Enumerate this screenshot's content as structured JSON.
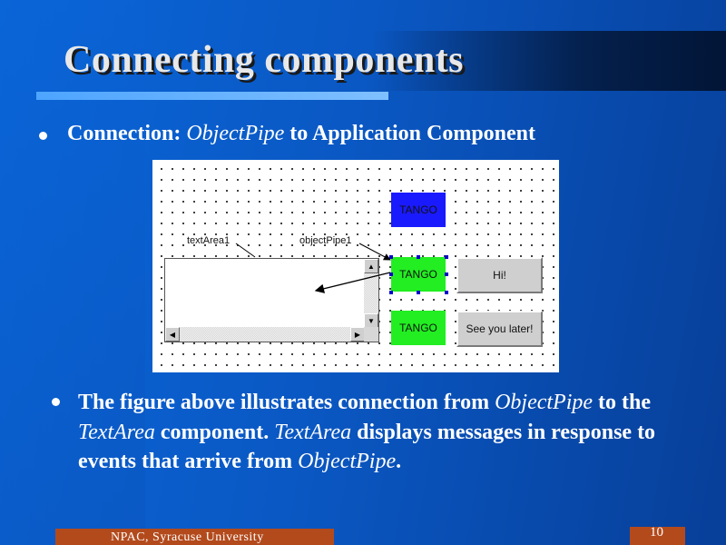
{
  "slide": {
    "title": "Connecting components",
    "bullets": [
      {
        "prefix": "Connection: ",
        "italic": "ObjectPipe",
        "suffix": " to Application Component"
      }
    ],
    "paragraph": {
      "t1": "The figure above illustrates connection from ",
      "i1": "ObjectPipe",
      "t2": " to the ",
      "i2": "TextArea",
      "t3": " component. ",
      "i3": "TextArea",
      "t4": " displays messages in response to events that arrive from ",
      "i4": "ObjectPipe",
      "t5": "."
    },
    "footer": "NPAC, Syracuse University",
    "page_number": "10"
  },
  "designer": {
    "label_textarea": "textArea1",
    "label_objectpipe": "objectPipe1",
    "tango_label": "TANGO",
    "button_hi": "Hi!",
    "button_see": "See you later!",
    "colors": {
      "blue": "#1a1aff",
      "green": "#22ee22"
    }
  }
}
